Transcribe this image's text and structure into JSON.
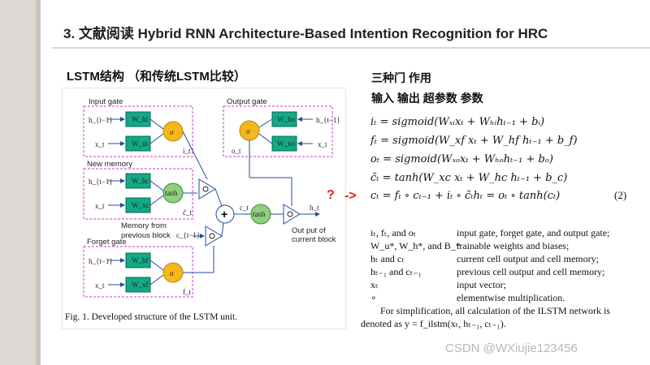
{
  "slide": {
    "title": "3. 文献阅读  Hybrid RNN Architecture-Based Intention Recognition for HRC",
    "lstm_heading": "LSTM结构 （和传统LSTM比较）",
    "figure_caption": "Fig. 1.   Developed structure of the LSTM unit.",
    "cn_note_line1": "三种门  作用",
    "cn_note_line2": "输入 输出  超参数 参数",
    "question_mark": "?",
    "arrow": "->",
    "watermark": "CSDN @WXiujie123456"
  },
  "figure": {
    "input_gate": "Input gate",
    "output_gate": "Output gate",
    "new_memory": "New memory",
    "forget_gate": "Forget gate",
    "memory_from": "Memory from",
    "previous_block": "previous block",
    "output_of": "Out put of",
    "current_block": "current block",
    "w_hi": "W_hi",
    "w_xi": "W_xi",
    "w_hc": "W_hc",
    "w_xc": "W_xc",
    "w_hf": "W_hf",
    "w_xf": "W_xf",
    "w_ho": "W_ho",
    "w_xo": "W_xo",
    "sigma": "σ",
    "tanh": "tanh",
    "h_prev": "h_{t−1}",
    "x_t": "x_t",
    "i_t": "i_t",
    "f_t": "f_t",
    "o_t": "o_t",
    "c_tilde": "c̃_t",
    "c_prev": "c_{t−1}",
    "c_t": "c_t",
    "h_t": "h_t"
  },
  "equations": {
    "eq1": "iₜ = sigmoid(Wₓᵢxₜ + Wₕᵢhₜ₋₁ + bᵢ)",
    "eq2": "fₜ = sigmoid(W_xf xₜ + W_hf hₜ₋₁ + b_f)",
    "eq3": "oₜ = sigmoid(Wₓₒxₜ + Wₕₒhₜ₋₁ + bₒ)",
    "eq4": "c̃ₜ = tanh(W_xc xₜ + W_hc hₜ₋₁ + b_c)",
    "eq5": "cₜ = fₜ ∘ cₜ₋₁ + iₜ ∘ c̃ₜhₜ = oₜ ∘ tanh(cₜ)",
    "eq_number": "(2)"
  },
  "legend": [
    {
      "term": "iₜ, fₜ, and oₜ",
      "desc": "input gate, forget gate, and output gate;"
    },
    {
      "term": "W_u*, W_h*, and B_*",
      "desc": "trainable weights and biases;"
    },
    {
      "term": "hₜ and cₜ",
      "desc": "current cell output and cell memory;"
    },
    {
      "term": "hₜ₋₁ and cₜ₋₁",
      "desc": "previous cell output and cell memory;"
    },
    {
      "term": "xₜ",
      "desc": "input vector;"
    },
    {
      "term": "∘",
      "desc": "elementwise multiplication."
    }
  ],
  "paragraph": {
    "line1": "For simplification, all calculation of the ILSTM network is",
    "line2": "denoted as y = f_ilstm(xₜ, hₜ₋₁, cₜ₋₁)."
  },
  "colors": {
    "weight_box": "#13a886",
    "sigma_node": "#f5b81b",
    "tanh_node": "#8fcf7e",
    "dashed_border": "#c23fc4",
    "arrow_red": "#e41d1d"
  }
}
